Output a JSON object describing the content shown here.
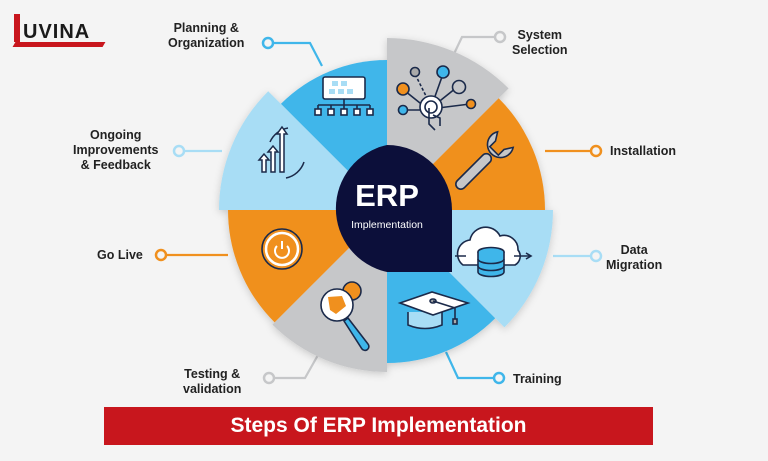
{
  "logo": {
    "text": "UVINA",
    "color": "#c8161d"
  },
  "center": {
    "title": "ERP",
    "subtitle": "Implementation",
    "color": "#0c0f3a"
  },
  "steps": [
    {
      "label_lines": [
        "System",
        "Selection"
      ],
      "icon": "network-touch-icon",
      "color": "#c6c7c9"
    },
    {
      "label_lines": [
        "Installation"
      ],
      "icon": "wrench-icon",
      "color": "#f0901e"
    },
    {
      "label_lines": [
        "Data",
        "Migration"
      ],
      "icon": "cloud-database-icon",
      "color": "#a8ddf5"
    },
    {
      "label_lines": [
        "Training"
      ],
      "icon": "graduation-cap-icon",
      "color": "#3fb6ea"
    },
    {
      "label_lines": [
        "Testing &",
        "validation"
      ],
      "icon": "magnifier-gear-icon",
      "color": "#c6c7c9"
    },
    {
      "label_lines": [
        "Go Live"
      ],
      "icon": "power-icon",
      "color": "#f0901e"
    },
    {
      "label_lines": [
        "Ongoing",
        "Improvements",
        "& Feedback"
      ],
      "icon": "growth-cycle-icon",
      "color": "#a8ddf5"
    },
    {
      "label_lines": [
        "Planning &",
        "Organization"
      ],
      "icon": "org-chart-icon",
      "color": "#3fb6ea"
    }
  ],
  "labels": {
    "system_selection_1": "System",
    "system_selection_2": "Selection",
    "installation": "Installation",
    "data_migration_1": "Data",
    "data_migration_2": "Migration",
    "training": "Training",
    "testing_1": "Testing &",
    "testing_2": "validation",
    "go_live": "Go Live",
    "ongoing_1": "Ongoing",
    "ongoing_2": "Improvements",
    "ongoing_3": "& Feedback",
    "planning_1": "Planning &",
    "planning_2": "Organization"
  },
  "banner": {
    "title": "Steps Of ERP Implementation",
    "color": "#c8161d"
  }
}
